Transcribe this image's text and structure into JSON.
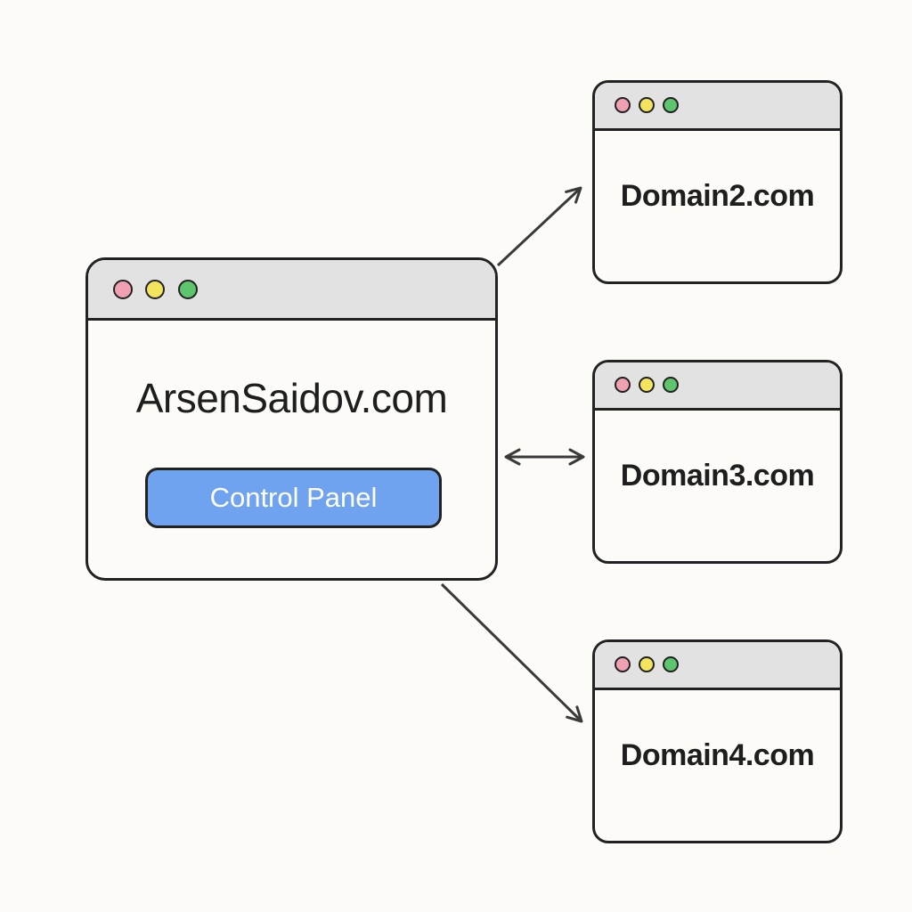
{
  "main_window": {
    "title": "ArsenSaidov.com",
    "button_label": "Control Panel"
  },
  "domains": [
    {
      "label": "Domain2.com"
    },
    {
      "label": "Domain3.com"
    },
    {
      "label": "Domain4.com"
    }
  ],
  "colors": {
    "background": "#fcfbf7",
    "titlebar": "#e2e2e2",
    "outline": "#222222",
    "button": "#6fa3ef",
    "dot_red": "#f0a0b0",
    "dot_yellow": "#f2e45c",
    "dot_green": "#5cc56e"
  },
  "icons": [
    "close-dot-icon",
    "minimize-dot-icon",
    "maximize-dot-icon",
    "arrow-icon",
    "double-arrow-icon"
  ]
}
